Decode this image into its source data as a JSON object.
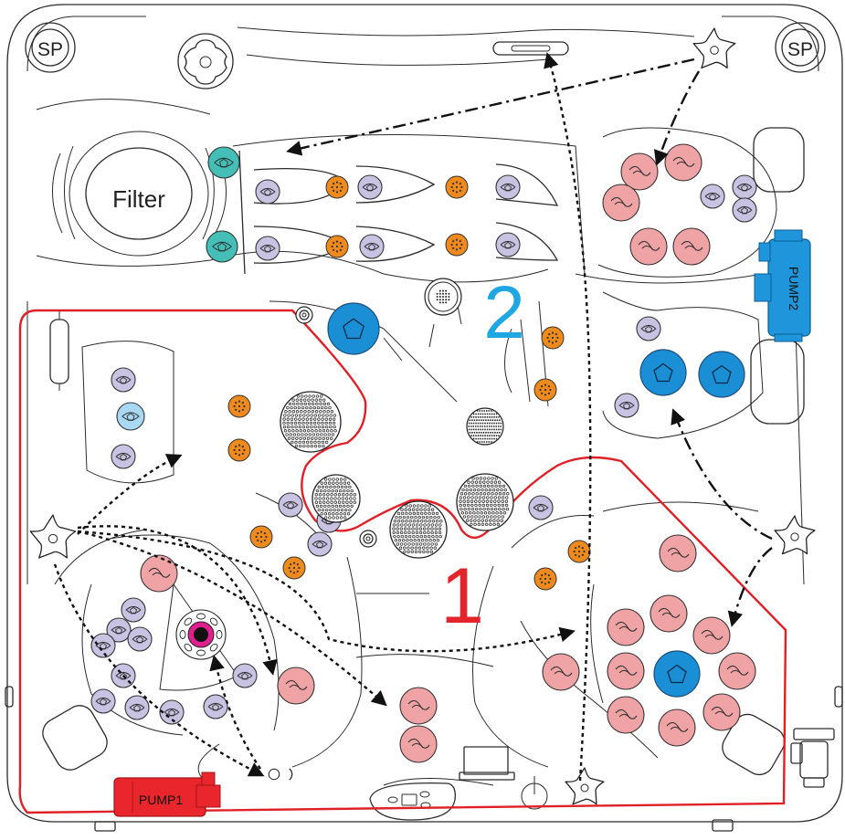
{
  "labels": {
    "corner_left": "SP",
    "corner_right": "SP",
    "filter": "Filter",
    "zone_1": "1",
    "zone_2": "2",
    "pump_1": "PUMP1",
    "pump_2": "PUMP2"
  },
  "colors": {
    "zone_1_outline": "#e02027",
    "zone_1_number": "#e3242b",
    "zone_2_number": "#1ea7e1",
    "pump": "#e8262b",
    "pump_2": "#1f95dc",
    "jet_lavender": "#c9c3e3",
    "jet_teal": "#43bfb8",
    "jet_orange": "#f08a1c",
    "jet_pink": "#f0a3a5",
    "jet_blue": "#1a8fd6",
    "control_magenta": "#e0208f"
  },
  "icons": {
    "diverter": "star-valve-icon",
    "jet": "eye-jet-icon",
    "air": "air-jet-icon",
    "rotary": "swirl-jet-icon",
    "big_jet": "pentagon-jet-icon",
    "grille": "suction-grille-icon"
  }
}
